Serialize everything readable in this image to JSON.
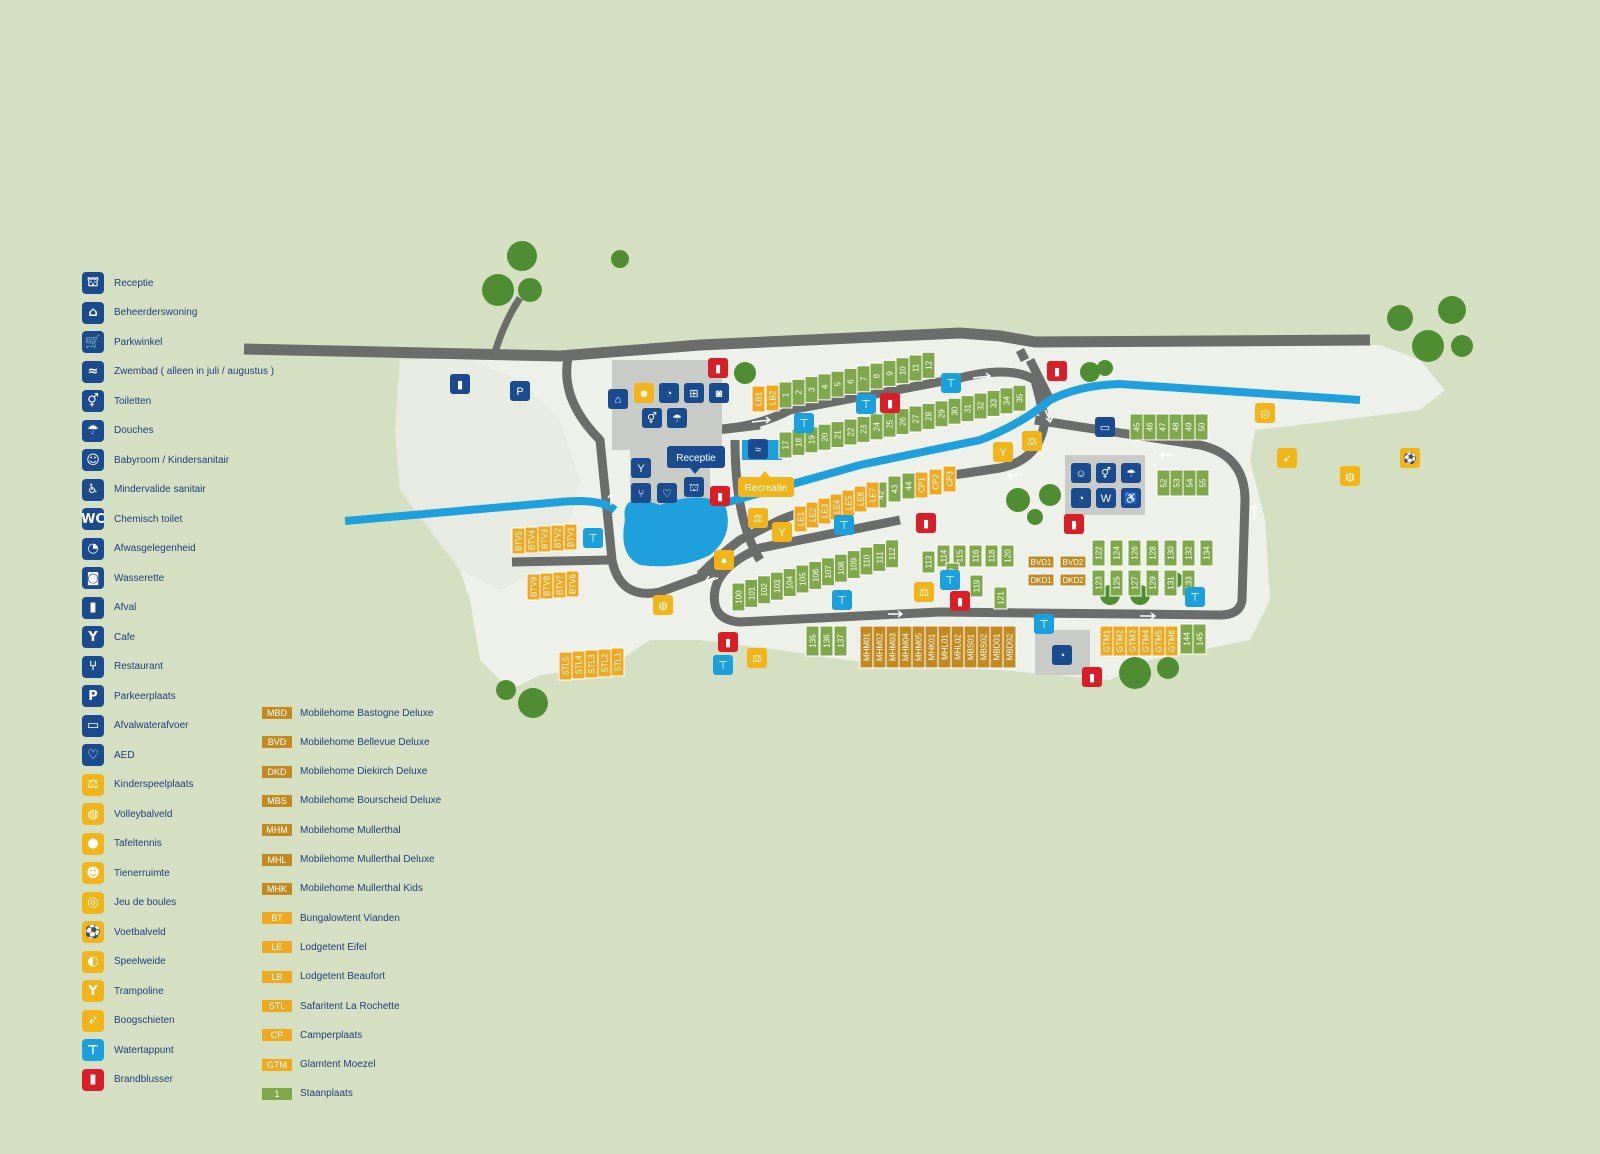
{
  "colors": {
    "background": "#d5e0c3",
    "grounds": "#eef0ea",
    "road": "#6b6d6b",
    "water": "#1ea0dc",
    "blue_icon": "#1b4b8f",
    "yellow_icon": "#f1b419",
    "cyan_icon": "#1ba0dc",
    "red_icon": "#d81e27",
    "pitch": "#7ea84a",
    "mobilehome": "#c48a22",
    "tent": "#f0a820",
    "tree": "#4f8d33"
  },
  "legend": [
    {
      "label": "Receptie",
      "icon": "reception-icon",
      "color": "#1b4b8f",
      "glyph": "⛫"
    },
    {
      "label": "Beheerderswoning",
      "icon": "house-icon",
      "color": "#1b4b8f",
      "glyph": "⌂"
    },
    {
      "label": "Parkwinkel",
      "icon": "cart-icon",
      "color": "#1b4b8f",
      "glyph": "🛒"
    },
    {
      "label": "Zwembad ( alleen in juli / augustus )",
      "icon": "swimming-icon",
      "color": "#1b4b8f",
      "glyph": "≈"
    },
    {
      "label": "Toiletten",
      "icon": "toilets-icon",
      "color": "#1b4b8f",
      "glyph": "⚥"
    },
    {
      "label": "Douches",
      "icon": "shower-icon",
      "color": "#1b4b8f",
      "glyph": "☂"
    },
    {
      "label": "Babyroom / Kindersanitair",
      "icon": "baby-icon",
      "color": "#1b4b8f",
      "glyph": "☺"
    },
    {
      "label": "Mindervalide sanitair",
      "icon": "wheelchair-icon",
      "color": "#1b4b8f",
      "glyph": "♿"
    },
    {
      "label": "Chemisch toilet",
      "icon": "chemical-toilet-icon",
      "color": "#1b4b8f",
      "glyph": "WC"
    },
    {
      "label": "Afwasgelegenheid",
      "icon": "dishwash-icon",
      "color": "#1b4b8f",
      "glyph": "◔"
    },
    {
      "label": "Wasserette",
      "icon": "laundry-icon",
      "color": "#1b4b8f",
      "glyph": "◙"
    },
    {
      "label": "Afval",
      "icon": "waste-icon",
      "color": "#1b4b8f",
      "glyph": "▮"
    },
    {
      "label": "Cafe",
      "icon": "cocktail-icon",
      "color": "#1b4b8f",
      "glyph": "Y"
    },
    {
      "label": "Restaurant",
      "icon": "cutlery-icon",
      "color": "#1b4b8f",
      "glyph": "⑂"
    },
    {
      "label": "Parkeerplaats",
      "icon": "parking-icon",
      "color": "#1b4b8f",
      "glyph": "P"
    },
    {
      "label": "Afvalwaterafvoer",
      "icon": "camper-icon",
      "color": "#1b4b8f",
      "glyph": "▭"
    },
    {
      "label": "AED",
      "icon": "aed-icon",
      "color": "#1b4b8f",
      "glyph": "♡"
    },
    {
      "label": "Kinderspeelplaats",
      "icon": "playground-icon",
      "color": "#f1b419",
      "glyph": "⚖"
    },
    {
      "label": "Volleybalveld",
      "icon": "volleyball-icon",
      "color": "#f1b419",
      "glyph": "◍"
    },
    {
      "label": "Tafeltennis",
      "icon": "table-tennis-icon",
      "color": "#f1b419",
      "glyph": "●"
    },
    {
      "label": "Tienerruimte",
      "icon": "teen-room-icon",
      "color": "#f1b419",
      "glyph": "☻"
    },
    {
      "label": "Jeu de boules",
      "icon": "boules-icon",
      "color": "#f1b419",
      "glyph": "◎"
    },
    {
      "label": "Voetbalveld",
      "icon": "football-icon",
      "color": "#f1b419",
      "glyph": "⚽"
    },
    {
      "label": "Speelweide",
      "icon": "play-field-icon",
      "color": "#f1b419",
      "glyph": "◐"
    },
    {
      "label": "Trampoline",
      "icon": "trampoline-icon",
      "color": "#f1b419",
      "glyph": "Y"
    },
    {
      "label": "Boogschieten",
      "icon": "archery-icon",
      "color": "#f1b419",
      "glyph": "➶"
    },
    {
      "label": "Watertappunt",
      "icon": "water-tap-icon",
      "color": "#1ba0dc",
      "glyph": "⊤"
    },
    {
      "label": "Brandblusser",
      "icon": "fire-extinguisher-icon",
      "color": "#d81e27",
      "glyph": "▮"
    }
  ],
  "accommodation_legend": [
    {
      "code": "MBD",
      "label": "Mobilehome Bastogne Deluxe",
      "color": "#c48a22"
    },
    {
      "code": "BVD",
      "label": "Mobilehome Bellevue Deluxe",
      "color": "#c48a22"
    },
    {
      "code": "DKD",
      "label": "Mobilehome Diekirch Deluxe",
      "color": "#c48a22"
    },
    {
      "code": "MBS",
      "label": "Mobilehome Bourscheid Deluxe",
      "color": "#c48a22"
    },
    {
      "code": "MHM",
      "label": "Mobilehome Mullerthal",
      "color": "#c48a22"
    },
    {
      "code": "MHL",
      "label": "Mobilehome Mullerthal Deluxe",
      "color": "#c48a22"
    },
    {
      "code": "MHK",
      "label": "Mobilehome Mullerthal Kids",
      "color": "#c48a22"
    },
    {
      "code": "BT",
      "label": "Bungalowtent Vianden",
      "color": "#f0a820"
    },
    {
      "code": "LE",
      "label": "Lodgetent Eifel",
      "color": "#f0a820"
    },
    {
      "code": "LB",
      "label": "Lodgetent Beaufort",
      "color": "#f0a820"
    },
    {
      "code": "STL",
      "label": "Safaritent La Rochette",
      "color": "#f0a820"
    },
    {
      "code": "CP",
      "label": "Camperplaats",
      "color": "#f0a820"
    },
    {
      "code": "GTM",
      "label": "Glamtent Moezel",
      "color": "#f0a820"
    },
    {
      "code": "1",
      "label": "Staanplaats",
      "color": "#7ea84a"
    }
  ],
  "map_labels": {
    "reception": "Receptie",
    "recreation": "Recreatie"
  },
  "plots": {
    "row_1_12": [
      "1",
      "2",
      "3",
      "4",
      "5",
      "6",
      "7",
      "8",
      "9",
      "10",
      "11",
      "12"
    ],
    "row_17_35": [
      "17",
      "18",
      "19",
      "20",
      "21",
      "22",
      "23",
      "24",
      "25",
      "26",
      "27",
      "28",
      "29",
      "30",
      "31",
      "32",
      "33",
      "34",
      "35"
    ],
    "lb": [
      "LB1",
      "LB2"
    ],
    "cp": [
      "CP1",
      "CP2",
      "CP3"
    ],
    "row_43_44": [
      "43",
      "44"
    ],
    "row_42": [
      "42"
    ],
    "le": [
      "LE1",
      "LE2",
      "LE3",
      "LE4",
      "LE5",
      "LE6",
      "LE7"
    ],
    "btv_top": [
      "BTV5",
      "BTV4",
      "BTV3",
      "BTV2",
      "BTV1"
    ],
    "btv_bottom": [
      "BTV9",
      "BTV8",
      "BTV7",
      "BTV6"
    ],
    "stl": [
      "STL5",
      "STL4",
      "STL3",
      "STL2",
      "STL1"
    ],
    "row_100_112": [
      "100",
      "101",
      "102",
      "103",
      "104",
      "105",
      "106",
      "107",
      "108",
      "109",
      "110",
      "111",
      "112"
    ],
    "row_113_121_top": [
      "114",
      "115",
      "116",
      "118",
      "120"
    ],
    "row_113_121_bottom": [
      "113",
      "117",
      "119",
      "121"
    ],
    "bvd": [
      "BVD1",
      "BVD2"
    ],
    "dkd": [
      "DKD1",
      "DKD2"
    ],
    "row_45_50": [
      "45",
      "46",
      "47",
      "48",
      "49",
      "50"
    ],
    "row_52_55": [
      "52",
      "53",
      "54",
      "55"
    ],
    "row_122_134_top": [
      "122",
      "124",
      "126",
      "128",
      "130",
      "132",
      "134"
    ],
    "row_122_134_bottom": [
      "123",
      "125",
      "127",
      "129",
      "131",
      "133"
    ],
    "row_135_137": [
      "135",
      "136",
      "137"
    ],
    "mh": [
      "MHM01",
      "MHM02",
      "MHM03",
      "MHM04",
      "MHM05",
      "MHK01",
      "MHL01",
      "MHL02",
      "MBS01",
      "MBS02",
      "MBD01",
      "MBD02"
    ],
    "gtm": [
      "GTM1",
      "GTM2",
      "GTM3",
      "GTM4",
      "GTM5",
      "GTM6"
    ],
    "row_144_145": [
      "144",
      "145"
    ]
  }
}
